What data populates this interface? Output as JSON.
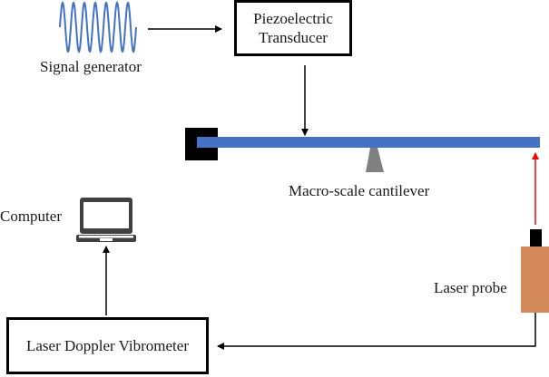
{
  "diagram": {
    "signal_generator": {
      "label": "Signal generator",
      "icon": "sine-wave-icon",
      "color": "#4472C4"
    },
    "transducer": {
      "line1": "Piezoelectric",
      "line2": "Transducer"
    },
    "cantilever": {
      "label": "Macro-scale cantilever",
      "color": "#4472C4",
      "clamp_color": "#000000",
      "support_color": "#808080"
    },
    "laser_probe": {
      "label": "Laser probe",
      "color": "#D4895A",
      "beam_color": "#FF0000"
    },
    "computer": {
      "label": "Computer",
      "icon": "laptop-icon",
      "color": "#404040"
    },
    "vibrometer": {
      "label": "Laser Doppler Vibrometer"
    }
  }
}
